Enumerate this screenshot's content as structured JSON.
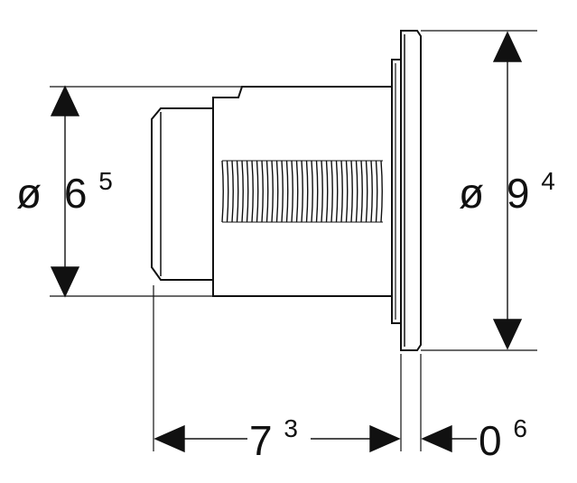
{
  "dimensions": {
    "left_diameter": {
      "prefix": "ø",
      "main": "6",
      "superscript": "5"
    },
    "right_diameter": {
      "prefix": "ø",
      "main": "9",
      "superscript": "4"
    },
    "length": {
      "main": "7",
      "superscript": "3"
    },
    "plate_thickness": {
      "main": "0",
      "superscript": "6"
    }
  },
  "colors": {
    "line": "#111111",
    "background": "#ffffff"
  }
}
